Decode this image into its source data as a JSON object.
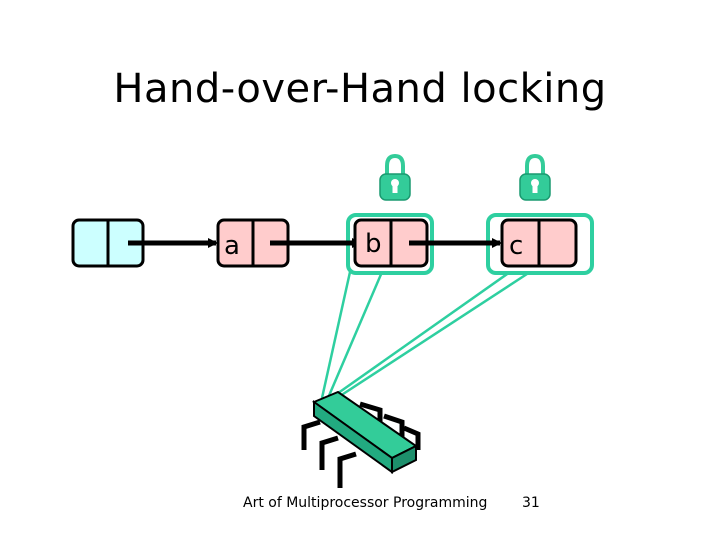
{
  "slide": {
    "title": "Hand-over-Hand locking",
    "footer_text": "Art of Multiprocessor Programming",
    "page_number": "31"
  },
  "list": {
    "nodes": [
      {
        "label": ""
      },
      {
        "label": "a"
      },
      {
        "label": "b"
      },
      {
        "label": "c"
      }
    ]
  },
  "colors": {
    "head_node_fill": "#ccffff",
    "node_fill": "#ffcccc",
    "lock_highlight": "#2ecfa0",
    "lock_icon": "#33cc99",
    "thread_chip": "#33cc99"
  },
  "icons": {
    "lock": "padlock-icon",
    "thread": "cpu-chip-icon"
  }
}
